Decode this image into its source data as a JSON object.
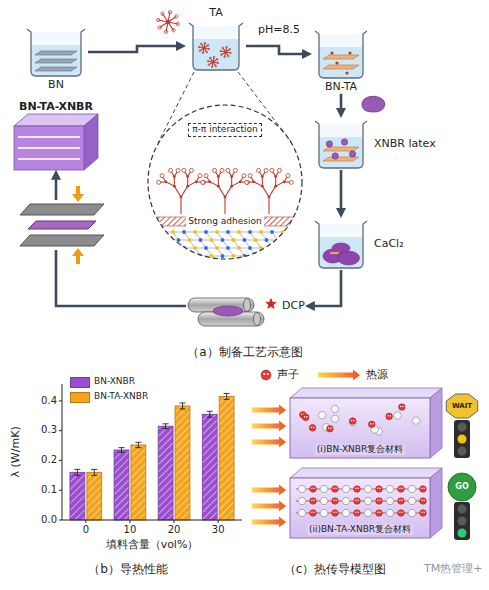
{
  "diagram": {
    "nodes": [
      {
        "text": [
          "BN"
        ]
      },
      {
        "text": [
          "TA"
        ]
      },
      {
        "text": [
          "BN-TA"
        ]
      },
      {
        "text": [
          "XNBR latex"
        ]
      },
      {
        "text": [
          "CaCl₂"
        ]
      },
      {
        "text": [
          "DCP"
        ]
      },
      {
        "text": [
          "BN-TA-XNBR"
        ]
      },
      {
        "text": [
          "π-π interaction",
          "Strong adhesion"
        ]
      },
      {
        "text": [
          "(i)BN-XNBR复合材料"
        ]
      },
      {
        "text": [
          "(ii)BN-TA-XNBR复合材料"
        ]
      },
      {
        "text": [
          "WAIT"
        ]
      },
      {
        "text": [
          "GO"
        ]
      }
    ],
    "edges": [
      {
        "from": 0,
        "to": 1,
        "arrow": "to"
      },
      {
        "from": 1,
        "to": 2,
        "label": "pH=8.5",
        "arrow": "to"
      },
      {
        "from": 2,
        "to": 3,
        "arrow": "to"
      },
      {
        "from": 3,
        "to": 4,
        "arrow": "to"
      },
      {
        "from": 4,
        "to": 5,
        "arrow": "to"
      },
      {
        "from": 5,
        "to": 6,
        "arrow": "to"
      }
    ],
    "labels": [
      "（a）制备工艺示意图",
      "λ (W/mK)",
      "0.0",
      "0.1",
      "0.2",
      "0.3",
      "0.4",
      "0",
      "10",
      "20",
      "30",
      "填料含量（vol%）",
      "（b）导热性能",
      "（c）热传导模型图",
      "TM热管理+"
    ],
    "legend": [
      {
        "text": "BN-XNBR",
        "color": "#9b4fd0"
      },
      {
        "text": "BN-TA-XNBR",
        "color": "#f5a31a"
      },
      {
        "text": "声子"
      },
      {
        "text": "热源"
      }
    ]
  }
}
